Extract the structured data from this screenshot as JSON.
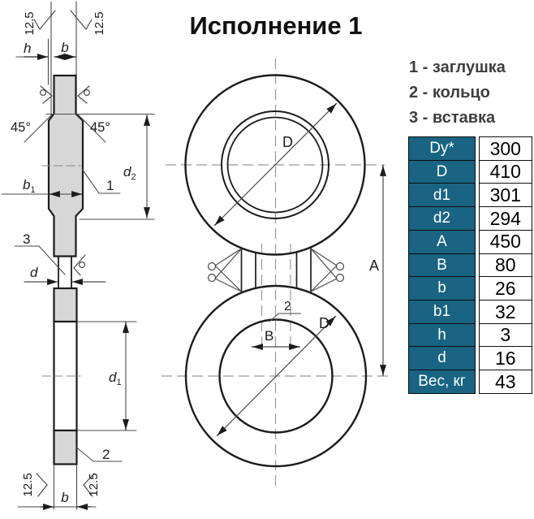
{
  "title": "Исполнение 1",
  "legend": {
    "items": [
      "1 - заглушка",
      "2 - кольцо",
      "3 - вставка"
    ]
  },
  "table": {
    "rows": [
      {
        "param": "Dy*",
        "value": "300"
      },
      {
        "param": "D",
        "value": "410"
      },
      {
        "param": "d1",
        "value": "301"
      },
      {
        "param": "d2",
        "value": "294"
      },
      {
        "param": "A",
        "value": "450"
      },
      {
        "param": "B",
        "value": "80"
      },
      {
        "param": "b",
        "value": "26"
      },
      {
        "param": "b1",
        "value": "32"
      },
      {
        "param": "h",
        "value": "3"
      },
      {
        "param": "d",
        "value": "16"
      },
      {
        "param": "Вес, кг",
        "value": "43"
      }
    ]
  },
  "drawing": {
    "roughness": "12.5",
    "chamfer_angle": "45°",
    "dim_h": "h",
    "dim_b": "b",
    "dim_b1_main": "b",
    "dim_b1_sub": "1",
    "dim_d": "d",
    "dim_d1_main": "d",
    "dim_d1_sub": "1",
    "dim_d2_main": "d",
    "dim_d2_sub": "2",
    "dim_D": "D",
    "dim_A": "A",
    "dim_B": "B",
    "part1": "1",
    "part2": "2",
    "part3": "3"
  },
  "colors": {
    "table_header_bg": "#186482",
    "table_header_text": "#ffffff",
    "part_fill": "#d7d7d7",
    "line": "#1c1c1c"
  }
}
